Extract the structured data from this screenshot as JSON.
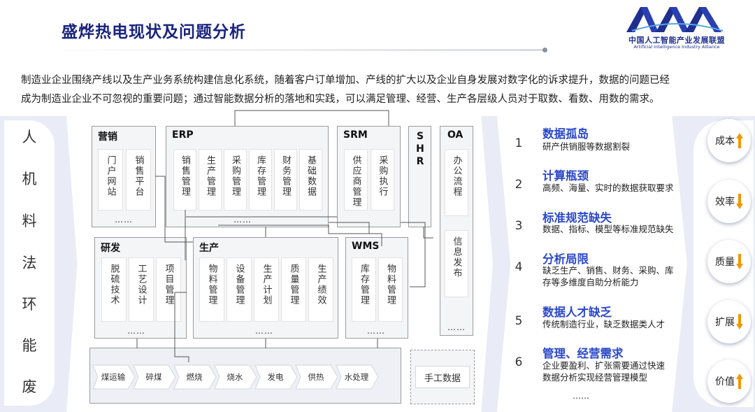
{
  "header": {
    "title": "盛烨热电现状及问题分析",
    "logo_cn": "中国人工智能产业发展联盟",
    "logo_en": "Artificial Intelligence Industry Alliance"
  },
  "intro": {
    "line1": "制造业企业围绕产线以及生产业务系统构建信息化系统，随着客户订单增加、产线的扩大以及企业自身发展对数字化的诉求提升，数据的问题已经",
    "line2": "成为制造业企业不可忽视的重要问题；通过智能数据分析的落地和实践，可以满足管理、经营、生产各层级人员对于取数、看数、用数的需求。"
  },
  "factors": [
    "人",
    "机",
    "料",
    "法",
    "环",
    "能",
    "废"
  ],
  "systems": {
    "marketing": {
      "title": "营销",
      "items": [
        "门户网站",
        "销售平台"
      ],
      "more": "……"
    },
    "erp": {
      "title": "ERP",
      "items": [
        "销售管理",
        "生产管理",
        "采购管理",
        "库存管理",
        "财务管理",
        "基础数据"
      ],
      "more": "……"
    },
    "srm": {
      "title": "SRM",
      "items": [
        "供应商管理",
        "采购执行"
      ]
    },
    "shr": {
      "title": "SHR"
    },
    "oa": {
      "title": "OA",
      "items": [
        "办公流程",
        "信息发布"
      ],
      "more": "……"
    },
    "rd": {
      "title": "研发",
      "items": [
        "脱硫技术",
        "工艺设计",
        "项目管理"
      ],
      "more": "……"
    },
    "production": {
      "title": "生产",
      "items": [
        "物料管理",
        "设备管理",
        "生产计划",
        "质量管理",
        "生产绩效"
      ],
      "more": "……"
    },
    "wms": {
      "title": "WMS",
      "items": [
        "库存管理",
        "物料管理"
      ],
      "more": "……"
    }
  },
  "process_flow": [
    "煤运输",
    "碎煤",
    "燃烧",
    "烧水",
    "发电",
    "供热",
    "水处理"
  ],
  "manual_data": "手工数据",
  "issues": [
    {
      "num": "1",
      "title": "数据孤岛",
      "desc": "研产供销服等数据割裂"
    },
    {
      "num": "2",
      "title": "计算瓶颈",
      "desc": "高频、海量、实时的数据获取要求"
    },
    {
      "num": "3",
      "title": "标准规范缺失",
      "desc": "数据、指标、模型等标准规范缺失"
    },
    {
      "num": "4",
      "title": "分析局限",
      "desc": "缺乏生产、销售、财务、采购、库存等多维度自助分析能力"
    },
    {
      "num": "5",
      "title": "数据人才缺乏",
      "desc": "传统制造行业，缺乏数据类人才"
    },
    {
      "num": "6",
      "title": "管理、经营需求",
      "desc": "企业要盈利、扩张需要通过快速数据分析实现经营管理模型"
    }
  ],
  "issues_more": "……",
  "outcomes": [
    {
      "label": "成本",
      "arrow": "up",
      "icon": "arrow-up-icon"
    },
    {
      "label": "效率",
      "arrow": "down",
      "icon": "arrow-down-icon"
    },
    {
      "label": "质量",
      "arrow": "down",
      "icon": "arrow-down-icon"
    },
    {
      "label": "扩展",
      "arrow": "down",
      "icon": "arrow-down-icon"
    },
    {
      "label": "价值",
      "arrow": "up",
      "icon": "arrow-up-icon"
    }
  ],
  "colors": {
    "title": "#1a237e",
    "accent": "#2c49c9",
    "arrow": "#f29600",
    "panel": "#e9ebf6"
  }
}
